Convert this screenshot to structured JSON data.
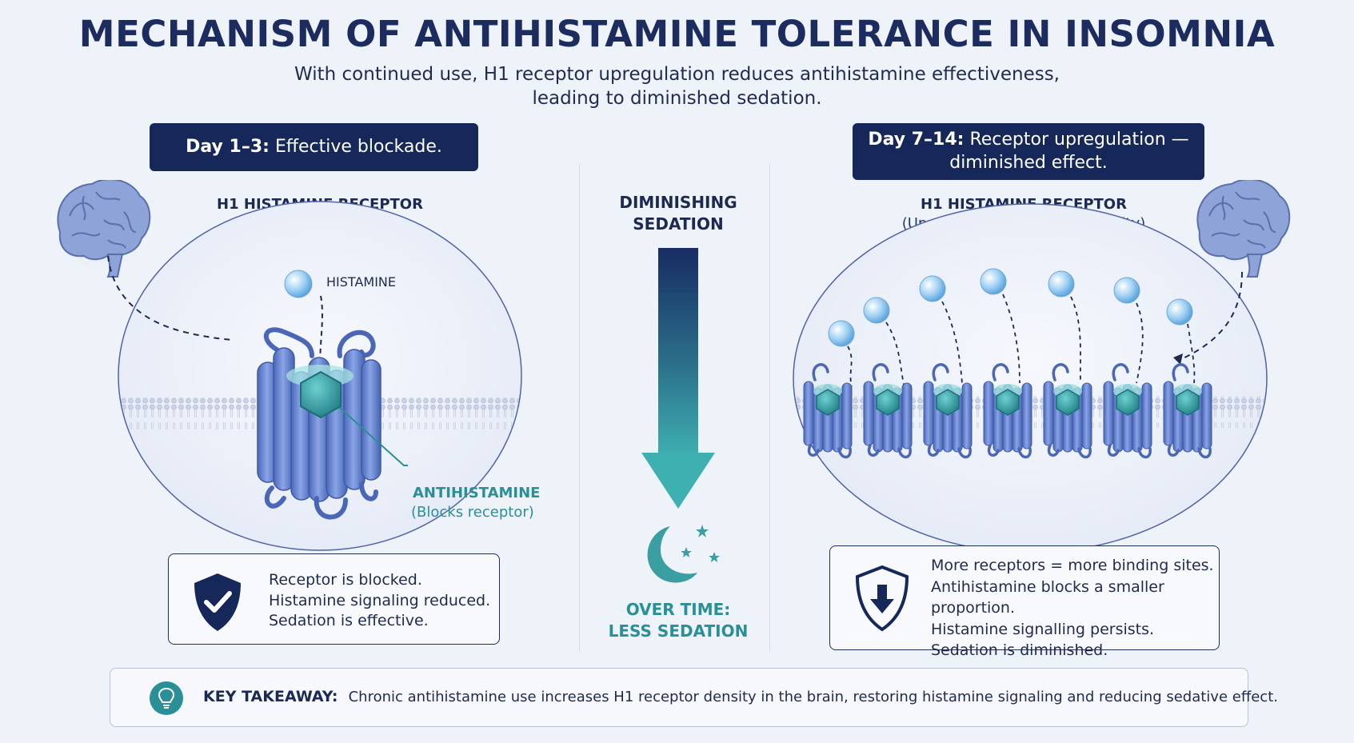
{
  "header": {
    "title": "MECHANISM OF ANTIHISTAMINE TOLERANCE IN INSOMNIA",
    "subtitle_line1": "With continued use, H1 receptor upregulation reduces antihistamine effectiveness,",
    "subtitle_line2": "leading to diminished sedation."
  },
  "left_panel": {
    "day_label": "Day 1–3:",
    "day_text": "Effective blockade.",
    "receptor_title": "H1 HISTAMINE RECEPTOR",
    "receptor_subtitle": "(Normal density)",
    "histamine_label": "HISTAMINE",
    "antihistamine_label": "ANTIHISTAMINE",
    "antihistamine_sub": "(Blocks receptor)",
    "info_lines": [
      "Receptor is blocked.",
      "Histamine signaling reduced.",
      "Sedation is effective."
    ],
    "info_icon": "shield-check-icon"
  },
  "middle": {
    "top_label_line1": "DIMINISHING",
    "top_label_line2": "SEDATION",
    "bottom_label_line1": "OVER TIME:",
    "bottom_label_line2": "LESS SEDATION",
    "icon": "moon-stars-icon"
  },
  "right_panel": {
    "day_label": "Day 7–14:",
    "day_text_line1": "Receptor upregulation —",
    "day_text_line2": "diminished effect.",
    "receptor_title": "H1 HISTAMINE RECEPTOR",
    "receptor_subtitle": "(Upregulated – increased density)",
    "info_lines": [
      "More receptors = more binding sites.",
      "Antihistamine blocks a smaller proportion.",
      "Histamine signalling persists.",
      "Sedation is diminished."
    ],
    "info_icon": "shield-down-arrow-icon"
  },
  "takeaway": {
    "label": "KEY TAKEAWAY:",
    "text": "Chronic antihistamine use increases H1 receptor density in the brain, restoring histamine signaling and reducing sedative effect.",
    "icon": "lightbulb-icon"
  },
  "colors": {
    "navy": "#16275a",
    "teal": "#2a8f96",
    "receptor_blue": "#5f7ed0",
    "background": "#eef2f9"
  }
}
